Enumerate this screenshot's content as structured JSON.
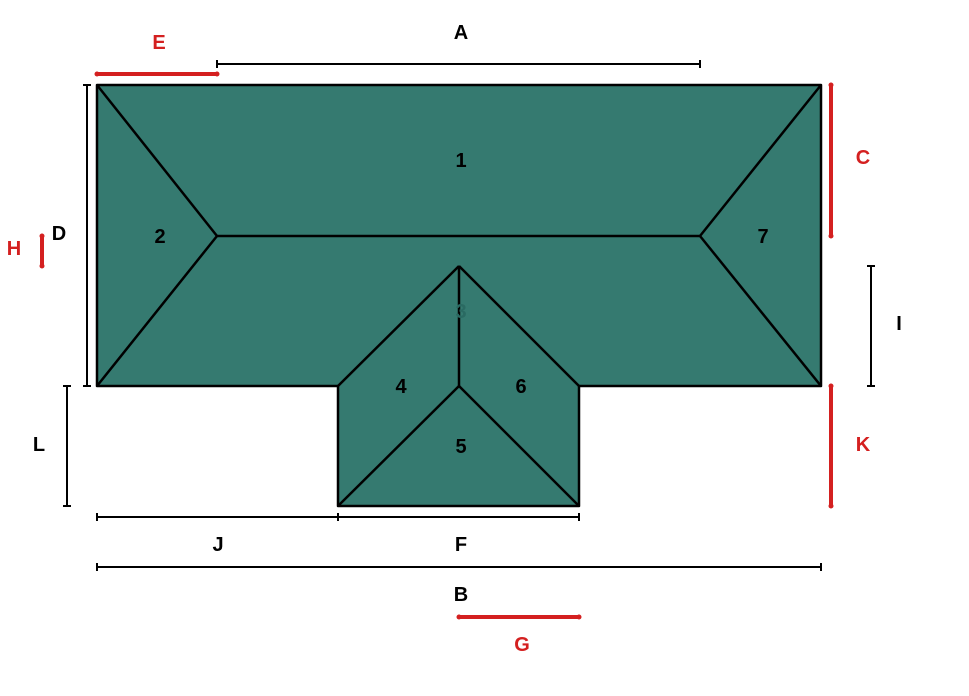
{
  "colors": {
    "roof_fill": "#357A70",
    "line": "#000000",
    "dimension_black": "#000000",
    "dimension_red": "#d42020",
    "facet_3_label": "#2A6A62"
  },
  "facets": {
    "f1": "1",
    "f2": "2",
    "f3": "3",
    "f4": "4",
    "f5": "5",
    "f6": "6",
    "f7": "7"
  },
  "dimensions": {
    "A": "A",
    "B": "B",
    "C": "C",
    "D": "D",
    "E": "E",
    "F": "F",
    "G": "G",
    "H": "H",
    "I": "I",
    "J": "J",
    "K": "K",
    "L": "L"
  }
}
